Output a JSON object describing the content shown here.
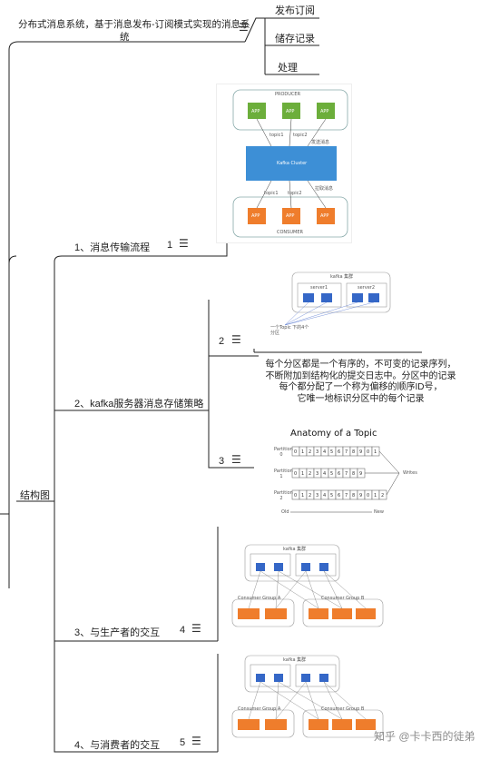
{
  "root": {
    "title_line1": "分布式消息系统，基于消息发布-订阅模式实现的消息系",
    "title_line2": "统",
    "children": [
      "发布订阅",
      "储存记录",
      "处理"
    ]
  },
  "structure": {
    "label": "结构图",
    "sections": [
      {
        "label": "1、消息传输流程",
        "num": "1"
      },
      {
        "label": "2、kafka服务器消息存储策略",
        "num": ""
      },
      {
        "label": "3、与生产者的交互",
        "num": "4"
      },
      {
        "label": "4、与消费者的交互",
        "num": "5"
      }
    ],
    "sub_nums": [
      "2",
      "3"
    ]
  },
  "partition_text": [
    "每个分区都是一个有序的，不可变的记录序列，",
    "不断附加到结构化的提交日志中。分区中的记录",
    "每个都分配了一个称为偏移的顺序ID号，",
    "它唯一地标识分区中的每个记录"
  ],
  "fig1": {
    "producer": "PRODUCER",
    "consumer": "CONSUMER",
    "cluster": "Kafka Cluster",
    "app": "APP",
    "topics": [
      "topic1",
      "topic2",
      "topic1",
      "topic2"
    ],
    "send": "发送消息",
    "fetch": "拉取消息",
    "colors": {
      "app_producer": "#6cae3b",
      "cluster": "#3d8fd6",
      "app_consumer": "#ef7d2c"
    }
  },
  "fig2": {
    "cluster": "kafka 集群",
    "server1": "server1",
    "server2": "server2",
    "note": "一个Topic 下的4个分区"
  },
  "fig3": {
    "title": "Anatomy of a Topic",
    "partitions": [
      "Partition 0",
      "Partition 1",
      "Partition 2"
    ],
    "writes": "Writes",
    "old": "Old",
    "new": "New"
  },
  "fig4": {
    "cluster": "kafka 集群",
    "group_a": "Consumer Group A",
    "group_b": "Consumer Group B"
  },
  "watermark": "知乎 @卡卡西的徒弟"
}
